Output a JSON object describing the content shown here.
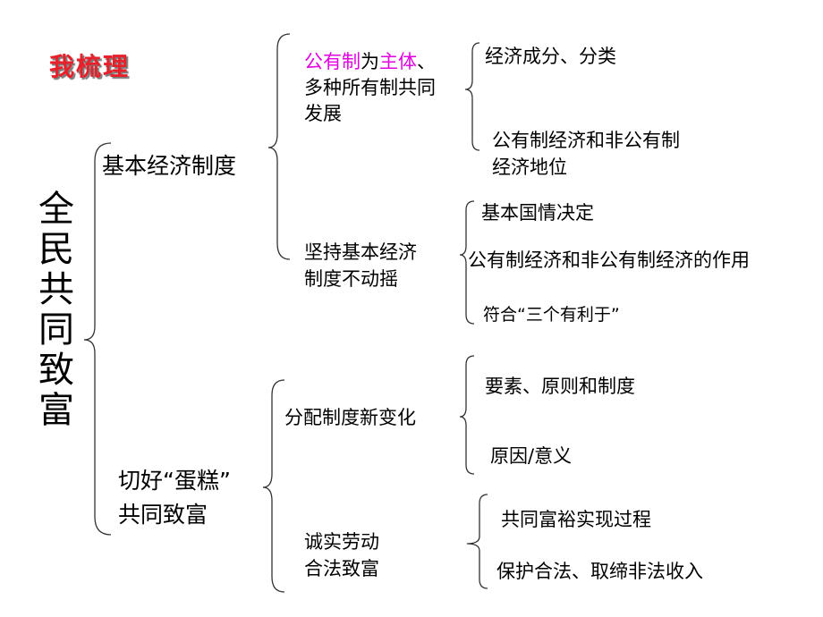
{
  "title": "我梳理",
  "root": [
    "全",
    "民",
    "共",
    "同",
    "致",
    "富"
  ],
  "colors": {
    "title": "#e8202a",
    "highlight": "#e000e0",
    "text": "#000000"
  },
  "level1": {
    "economic_system": "基本经济制度",
    "cake_line1": "切好“蛋糕”",
    "cake_line2": "共同致富"
  },
  "level2": {
    "public_main_part1": "公有制",
    "public_main_part2": "为",
    "public_main_part3": "主体",
    "public_main_part4": "、",
    "public_main_line2": "多种所有制共同",
    "public_main_line3": "发展",
    "adhere_line1": "坚持基本经济",
    "adhere_line2": "制度不动摇",
    "distribution": "分配制度新变化",
    "honest_line1": "诚实劳动",
    "honest_line2": "合法致富"
  },
  "level3": {
    "composition": "经济成分、分类",
    "status_line1": "公有制经济和非公有制",
    "status_line2": "经济地位",
    "national_condition": "基本国情决定",
    "role": "公有制经济和非公有制经济的作用",
    "three_benefits": "符合“三个有利于”",
    "elements": "要素、原则和制度",
    "reason": "原因/意义",
    "process": "共同富裕实现过程",
    "protect": "保护合法、取缔非法收入"
  }
}
